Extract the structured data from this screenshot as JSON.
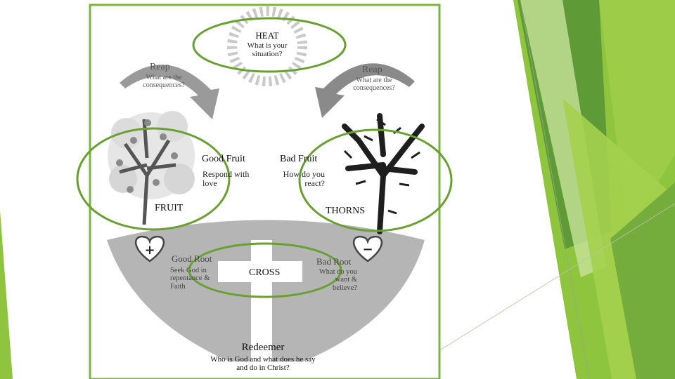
{
  "colors": {
    "accent_green": "#6aa033",
    "frame_green": "#7cb342",
    "gray_figure": "#a9a9a9"
  },
  "heat": {
    "title": "HEAT",
    "question": "What is your situation?"
  },
  "reap_left": {
    "title": "Reap",
    "question": "What are the consequences?"
  },
  "reap_right": {
    "title": "Reap",
    "question": "What are the consequences?"
  },
  "good_fruit": {
    "title": "Good Fruit",
    "text": "Respond with love"
  },
  "bad_fruit": {
    "title": "Bad Fruit",
    "question": "How do you react?"
  },
  "fruit_label": "FRUIT",
  "thorns_label": "THORNS",
  "good_root": {
    "title": "Good Root",
    "text": "Seek God in repentance & Faith"
  },
  "bad_root": {
    "title": "Bad Root",
    "question": "What do you want & believe?"
  },
  "cross_label": "CROSS",
  "redeemer": {
    "title": "Redeemer",
    "question": "Who is God and what does he say and do in Christ?"
  },
  "signs": {
    "plus": "+",
    "minus": "−"
  }
}
